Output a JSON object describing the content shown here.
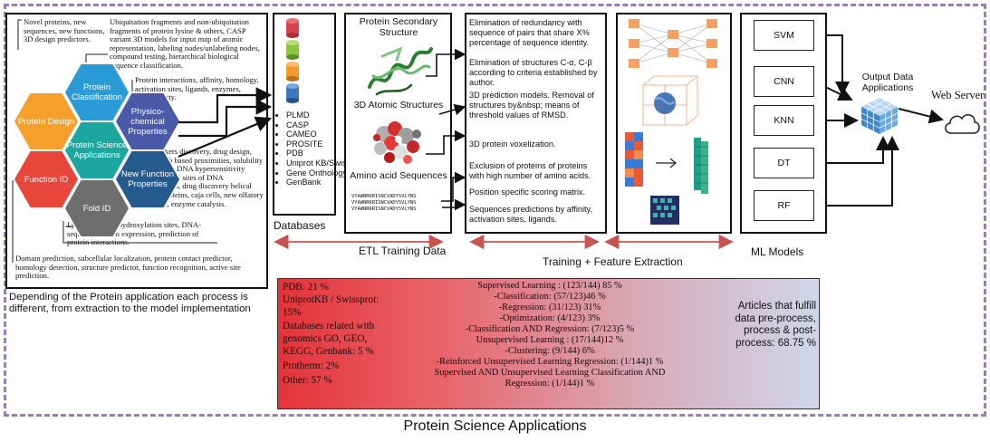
{
  "title": "Protein Science Applications",
  "left_panel": {
    "caption": "Depending of the Protein application each process is different, from extraction to the model implementation",
    "hexagons": {
      "protein_design": "Protein Design",
      "protein_classification": "Protein Classification",
      "physicochemical": "Physico-chemical Properties",
      "protein_science": "Protein Science Applications",
      "function_id": "Function ID",
      "new_function": "New Function Properties",
      "fold_id": "Fold ID"
    },
    "annotations": {
      "novel": "Novel proteins, new sequences, new functions, 3D design predictors.",
      "ubiquitination": "Ubiquitation fragments and non-ubiquitation fragments of protein lysine & others, CASP variant 3D models for input map of atomic representation, labeling nodes/unlabeling nodes, compound testing, hierarchical biological sequence classification.",
      "interactions": "Protein interactions, affinity, homology, activation sites, ligands, enzymes, functionality.",
      "biomarkers": "Biomarkers discovery, drug design, meta-path based proximities, solubility prediction, DNA hypersensitivity enhancers & sites of DNA methylation, drug discovery helical repeat proteins, caja cells, new olfatory function, enzyme catalysis.",
      "lysine": "Lysine variants, hydroxylation sites, DNA-sequence protein expression, prediction of protein interactions.",
      "domain": "Domain prediction, subcellular localization, protein contact predictor, homology detection, structure predictor, function recognition, active site prediction."
    }
  },
  "databases": {
    "label": "Databases",
    "items": [
      "PLMD",
      "CASP",
      "CAMEO",
      "PROSITE",
      "PDB",
      "Uniprot KB/SwissPort",
      "Gene Onthology",
      "GenBank"
    ]
  },
  "etl": {
    "secondary": "Protein Secondary Structure",
    "atomic": "3D Atomic Structures",
    "amino": "Amino acid Sequences",
    "sequence_sample": [
      "VYAWNRKRISNCVADYSVLYNS",
      "VYAWNRKRISNCVADYSVLYNS",
      "VYAWNRKRISNCVADYSVLYNS"
    ],
    "label": "ETL Training Data"
  },
  "steps": {
    "s1": "Elimination of redundancy with sequence of pairs that share X% percentage of sequence identity.",
    "s2": "Elimination of structures C-α, C-β according to criteria established by author.",
    "s3": "3D prediction models. Removal of structures by&nbsp; means of threshold values of RMSD.",
    "s4": "3D protein voxelization.",
    "s5": "Exclusion of proteins of proteins with high number of amino acids.",
    "s6": "Position specific scoring matrix.",
    "s7": "Sequences predictions by affinity, activation sites, ligands."
  },
  "training_label": "Training + Feature Extraction",
  "ml": {
    "label": "ML Models",
    "models": [
      "SVM",
      "CNN",
      "KNN",
      "DT",
      "RF"
    ],
    "output": "Output Data Applications",
    "web": "Web Server"
  },
  "stats": {
    "left": [
      "PDB: 21 %",
      "UniprotKB / Swissprot:",
      "15%",
      "Databases related with",
      "genomics GO, GEO,",
      "KEGG, Genbank: 5 %",
      "Protherm: 2%",
      "Other: 57 %"
    ],
    "center": [
      "Supervised Learning : (123/144) 85 %",
      "-Classification: (57/123)46 %",
      "-Regression: (31/123) 31%",
      "-Optimization: (4/123) 3%",
      "-Classification AND Regression: (7/123)5 %",
      "Unsupervised Learning : (17/144)12 %",
      "-Clustering: (9/144) 6%",
      "-Reinforced Unsupervised Learning Regression: (1/144)1 %",
      "Supervised AND Unsupervised Learning Classification AND",
      "Regression: (1/144)1 %"
    ],
    "right": [
      "Articles that fulfill",
      "data pre-process,",
      "process & post-",
      "process: 68.75 %"
    ]
  },
  "colors": {
    "frame": "#9b7db8",
    "design": "#f5a02b",
    "classification": "#2a9bd6",
    "physico": "#4a5aa8",
    "science": "#1ba7a0",
    "function": "#e8463a",
    "newfunc": "#245a8e",
    "fold": "#6e6e6e",
    "arrow_red": "#c9534f"
  }
}
